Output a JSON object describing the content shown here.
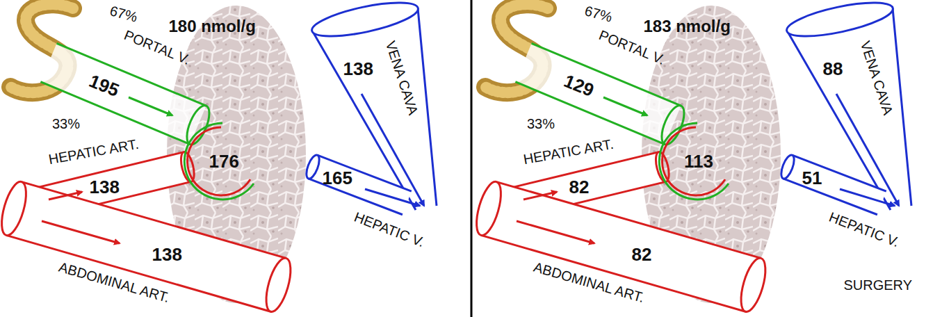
{
  "diagram": {
    "nodes": [
      {
        "text": [
          "PORTAL V.",
          "195"
        ]
      },
      {
        "text": [
          "HEPATIC ART.",
          "138"
        ]
      },
      {
        "text": [
          "138",
          "ABDOMINAL ART."
        ]
      },
      {
        "text": [
          "176"
        ]
      },
      {
        "text": [
          "VENA CAVA",
          "138"
        ]
      },
      {
        "text": [
          "165",
          "HEPATIC V."
        ]
      },
      {
        "text": [
          "PORTAL V.",
          "129"
        ]
      },
      {
        "text": [
          "HEPATIC ART.",
          "82"
        ]
      },
      {
        "text": [
          "82",
          "ABDOMINAL ART."
        ]
      },
      {
        "text": [
          "113"
        ]
      },
      {
        "text": [
          "VENA CAVA",
          "88"
        ]
      },
      {
        "text": [
          "51",
          "HEPATIC V."
        ]
      }
    ],
    "labels": [
      "67%",
      "180 nmol/g",
      "33%",
      "67%",
      "183 nmol/g",
      "33%",
      "SURGERY"
    ]
  }
}
